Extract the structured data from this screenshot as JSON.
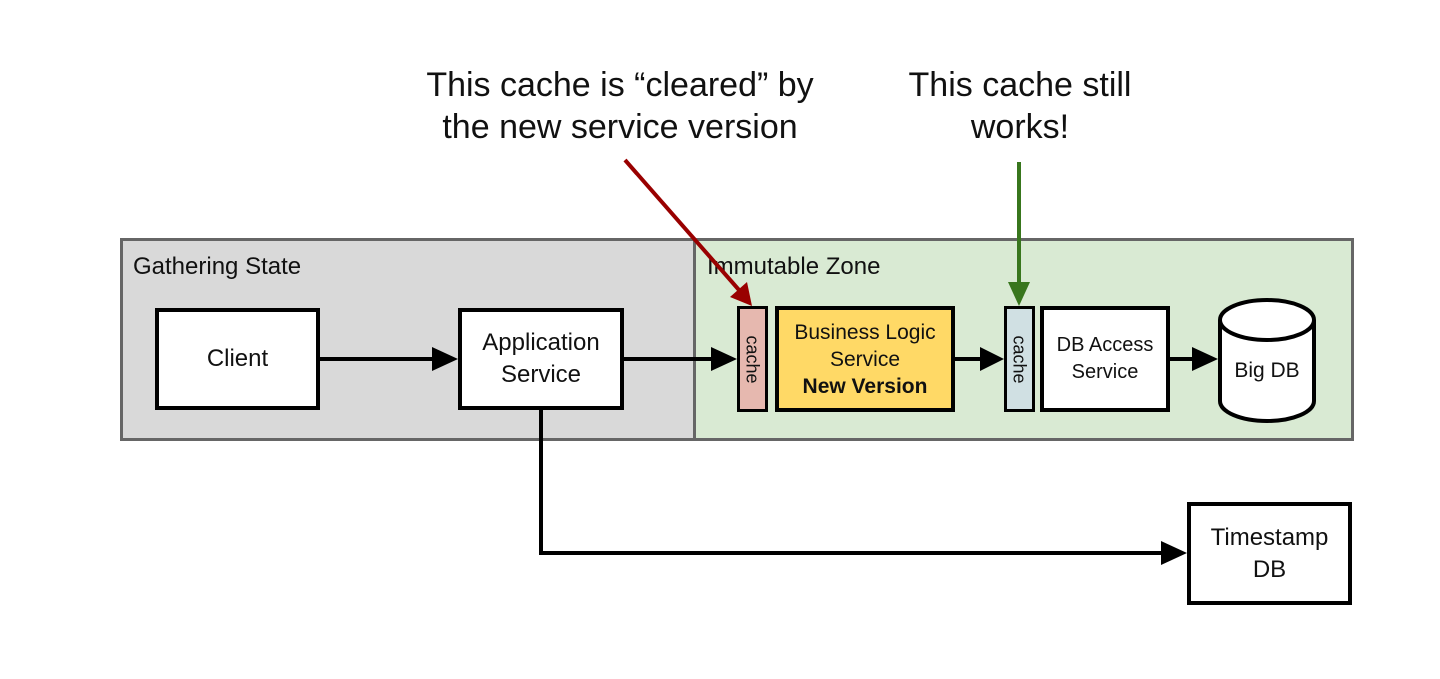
{
  "annotations": {
    "cleared_line1": "This cache is “cleared” by",
    "cleared_line2": "the new service version",
    "works_line1": "This cache still",
    "works_line2": "works!"
  },
  "zones": {
    "gathering": {
      "label": "Gathering State",
      "color": "#d9d9d9"
    },
    "immutable": {
      "label": "Immutable Zone",
      "color": "#d9ead3"
    }
  },
  "nodes": {
    "client": "Client",
    "application_service": {
      "line1": "Application",
      "line2": "Service"
    },
    "cache_1": {
      "label": "cache",
      "color": "#e6b8af"
    },
    "business_logic": {
      "line1": "Business Logic",
      "line2": "Service",
      "line3": "New Version",
      "color": "#ffd966"
    },
    "cache_2": {
      "label": "cache",
      "color": "#d0e0e3"
    },
    "db_access": {
      "line1": "DB Access",
      "line2": "Service"
    },
    "big_db": "Big DB",
    "timestamp_db": {
      "line1": "Timestamp",
      "line2": "DB"
    }
  },
  "colors": {
    "red_arrow": "#990000",
    "green_arrow": "#38761d",
    "zone_border": "#666666"
  }
}
